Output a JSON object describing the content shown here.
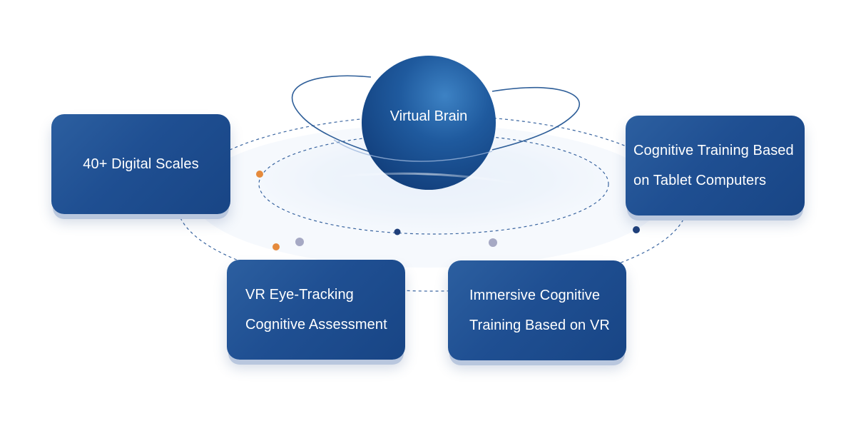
{
  "center": {
    "label": "Virtual Brain"
  },
  "modules": [
    {
      "label": "40+ Digital Scales"
    },
    {
      "label": "Cognitive Training Based\non Tablet Computers"
    },
    {
      "label": "VR Eye-Tracking\nCognitive Assessment"
    },
    {
      "label": "Immersive Cognitive\nTraining Based on VR"
    }
  ],
  "colors": {
    "card": "#1f4f92",
    "sphere": "#1d4f8f",
    "orbit_line": "#2f5f99",
    "dot_orange": "#e58a3c",
    "dot_gray": "#a6a9c4",
    "dot_navy": "#1f3f7a"
  }
}
